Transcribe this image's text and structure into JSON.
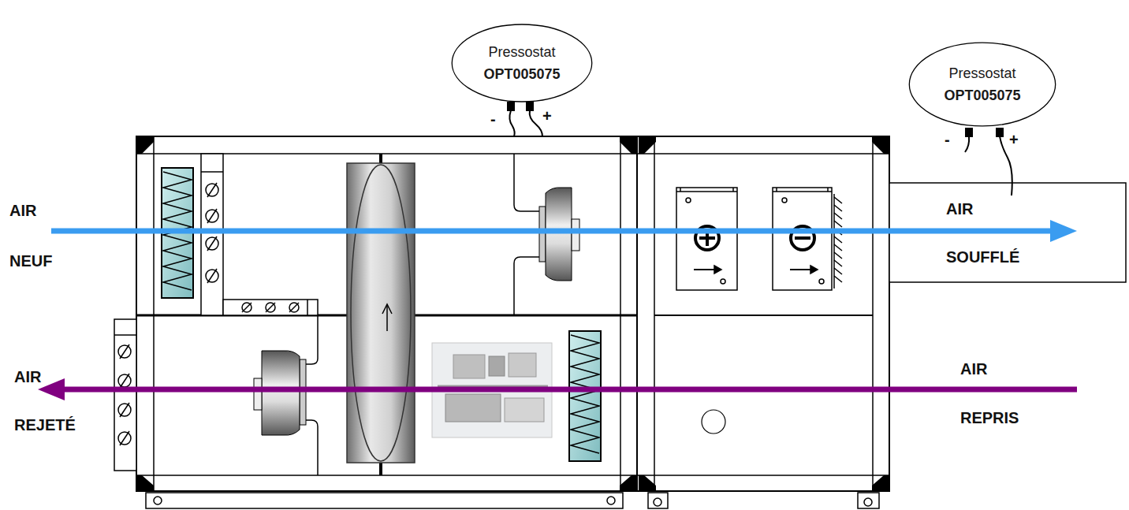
{
  "diagram": {
    "nodes": [
      {
        "text": [
          "Pressostat",
          "OPT005075"
        ]
      },
      {
        "text": [
          "Pressostat",
          "OPT005075"
        ]
      }
    ],
    "labels": [
      "-",
      "+",
      "-",
      "+",
      "AIR",
      "NEUF",
      "AIR",
      "SOUFFLÉ",
      "AIR",
      "REJETÉ",
      "AIR",
      "REPRIS"
    ]
  }
}
